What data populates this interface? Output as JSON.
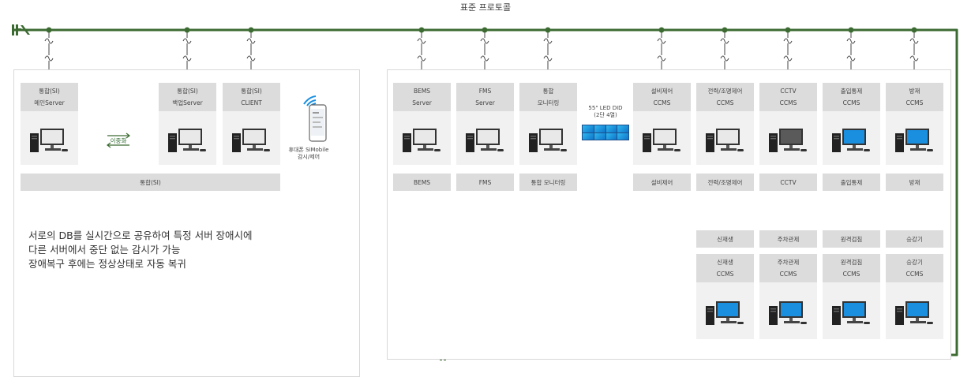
{
  "protocol_label": "표준 프로토콜",
  "left_group": {
    "servers": [
      {
        "line1": "통합(SI)",
        "line2": "메인Server",
        "screen": "gray"
      },
      {
        "line1": "통합(SI)",
        "line2": "백업Server",
        "screen": "gray"
      },
      {
        "line1": "통합(SI)",
        "line2": "CLIENT",
        "screen": "gray"
      }
    ],
    "dual_label": "이중화",
    "mobile_label_1": "휴대폰 SiMobile",
    "mobile_label_2": "감시/제어",
    "bottom_label": "통합(SI)",
    "description": [
      "서로의 DB를 실시간으로 공유하여 특정 서버 장애시에",
      "다른 서버에서 중단 없는 감시가 가능",
      "장애복구 후에는 정상상태로 자동 복귀"
    ]
  },
  "right_group": {
    "top_cards": [
      {
        "line1": "BEMS",
        "line2": "Server",
        "bottom": "BEMS",
        "screen": "gray"
      },
      {
        "line1": "FMS",
        "line2": "Server",
        "bottom": "FMS",
        "screen": "gray"
      },
      {
        "line1": "통합",
        "line2": "모니터링",
        "bottom": "통합 모니터링",
        "screen": "gray"
      },
      {
        "line1": "설비제어",
        "line2": "CCMS",
        "bottom": "설비제어",
        "screen": "gray"
      },
      {
        "line1": "전력/조명제어",
        "line2": "CCMS",
        "bottom": "전력/조명제어",
        "screen": "gray"
      },
      {
        "line1": "CCTV",
        "line2": "CCMS",
        "bottom": "CCTV",
        "screen": "dark"
      },
      {
        "line1": "출입통제",
        "line2": "CCMS",
        "bottom": "출입통제",
        "screen": "blue"
      },
      {
        "line1": "방재",
        "line2": "CCMS",
        "bottom": "방재",
        "screen": "blue"
      }
    ],
    "did_line1": "55\" LED DID",
    "did_line2": "(2단 4열)",
    "lower_cards": [
      {
        "top": "신재생",
        "line1": "신재생",
        "line2": "CCMS",
        "screen": "blue"
      },
      {
        "top": "주차관제",
        "line1": "주차관제",
        "line2": "CCMS",
        "screen": "blue"
      },
      {
        "top": "원격검침",
        "line1": "원격검침",
        "line2": "CCMS",
        "screen": "blue"
      },
      {
        "top": "승강기",
        "line1": "승강기",
        "line2": "CCMS",
        "screen": "blue"
      }
    ]
  },
  "colors": {
    "bus": "#3c6b32",
    "card": "#f1f1f1",
    "header": "#dcdcdc",
    "screen_blue": "#1a8fe0"
  }
}
